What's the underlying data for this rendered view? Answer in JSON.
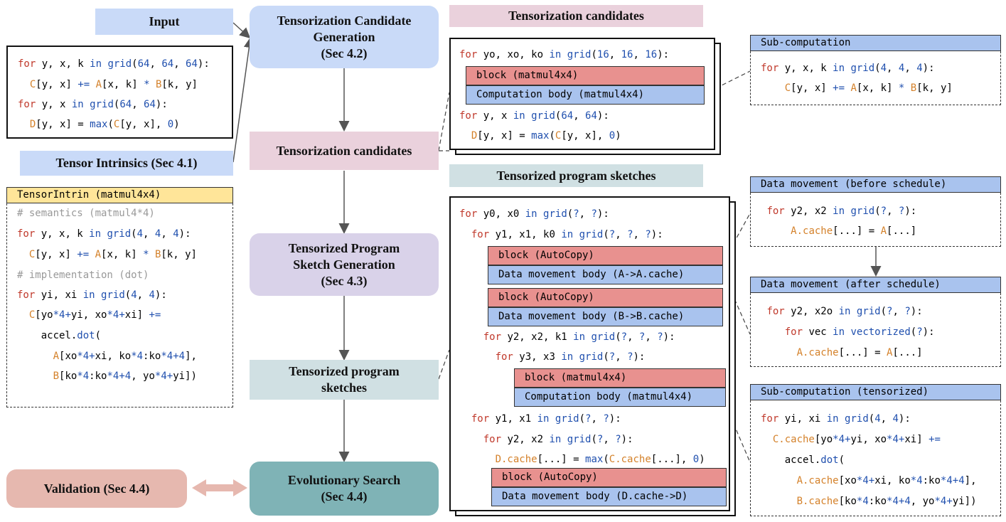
{
  "nodes": {
    "input": "Input",
    "tensor_intrinsics": "Tensor Intrinsics  (Sec 4.1)",
    "candidate_generation": [
      "Tensorization Candidate",
      "Generation",
      "(Sec 4.2)"
    ],
    "tensorization_candidates": "Tensorization candidates",
    "sketch_generation": [
      "Tensorized Program",
      "Sketch Generation",
      "(Sec 4.3)"
    ],
    "program_sketches": [
      "Tensorized program",
      "sketches"
    ],
    "evolutionary_search": [
      "Evolutionary Search",
      "(Sec 4.4)"
    ],
    "validation": "Validation (Sec 4.4)"
  },
  "titles": {
    "candidates": "Tensorization candidates",
    "sketches": "Tensorized program sketches"
  },
  "headers": {
    "tensor_intrin": "TensorIntrin (matmul4x4)",
    "sub_computation": "Sub-computation",
    "dm_before": "Data movement (before schedule)",
    "dm_after": "Data movement (after schedule)",
    "sub_tensorized": "Sub-computation (tensorized)"
  },
  "blocks": {
    "c_block": "block (matmul4x4)",
    "c_body": "Computation body (matmul4x4)",
    "s_block1": "block (AutoCopy)",
    "s_body1": "Data movement body (A->A.cache)",
    "s_block2": "block (AutoCopy)",
    "s_body2": "Data movement body (B->B.cache)",
    "s_block3": "block (matmul4x4)",
    "s_body3": "Computation body (matmul4x4)",
    "s_block4": "block (AutoCopy)",
    "s_body4": "Data movement body (D.cache->D)"
  },
  "code": {
    "input": [
      "for y, x, k in grid(64, 64, 64):",
      "  C[y, x] += A[x, k] * B[k, y]",
      "for y, x in grid(64, 64):",
      "  D[y, x] = max(C[y, x], 0)"
    ],
    "intrin": [
      "# semantics (matmul4*4)",
      "for y, x, k in grid(4, 4, 4):",
      "  C[y, x] += A[x, k] * B[k, y]",
      "# implementation (dot)",
      "for yi, xi in grid(4, 4):",
      "  C[yo*4+yi, xo*4+xi] +=",
      "    accel.dot(",
      "      A[xo*4+xi, ko*4:ko*4+4],",
      "      B[ko*4:ko*4+4, yo*4+yi])"
    ],
    "candidates": [
      "for yo, xo, ko in grid(16, 16, 16):",
      "for y, x in grid(64, 64):",
      "  D[y, x] = max(C[y, x], 0)"
    ],
    "sub_computation": [
      "for y, x, k in grid(4, 4, 4):",
      "    C[y, x] += A[x, k] * B[k, y]"
    ],
    "sketches": [
      "for y0, x0 in grid(?, ?):",
      "  for y1, x1, k0 in grid(?, ?, ?):",
      "    for y2, x2, k1 in grid(?, ?, ?):",
      "      for y3, x3 in grid(?, ?):",
      "  for y1, x1 in grid(?, ?):",
      "    for y2, x2 in grid(?, ?):",
      "      D.cache[...] = max(C.cache[...], 0)"
    ],
    "dm_before": [
      " for y2, x2 in grid(?, ?):",
      "     A.cache[...] = A[...]"
    ],
    "dm_after": [
      " for y2, x2o in grid(?, ?):",
      "    for vec in vectorized(?):",
      "      A.cache[...] = A[...]"
    ],
    "sub_tensorized": [
      "for yi, xi in grid(4, 4):",
      "  C.cache[yo*4+yi, xo*4+xi] +=",
      "    accel.dot(",
      "      A.cache[xo*4+xi, ko*4:ko*4+4],",
      "      B.cache[ko*4:ko*4+4, yo*4+yi])"
    ]
  },
  "colors": {
    "flow_blue": "#c9daf8",
    "flow_pink": "#ead1dc",
    "flow_purple": "#d9d2e9",
    "flow_teal_light": "#d0e0e3",
    "flow_teal": "#7fb3b6",
    "validation": "#e6b8af",
    "block_red": "#e8918f",
    "block_blue": "#a9c3ee",
    "header_yellow": "#ffe599",
    "keyword": "#c0392b",
    "func": "#1f4fae",
    "array": "#d4812a"
  }
}
